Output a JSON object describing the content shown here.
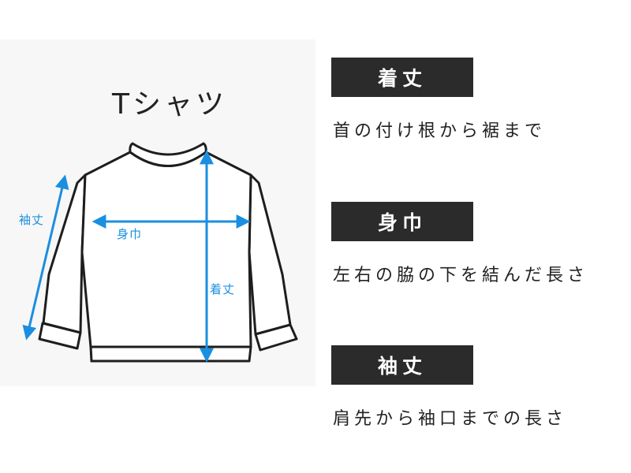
{
  "diagram": {
    "title": "Tシャツ",
    "labels": {
      "sleeve": "袖丈",
      "width": "身巾",
      "length": "着丈"
    }
  },
  "terms": [
    {
      "title": "着丈",
      "description": "首の付け根から裾まで"
    },
    {
      "title": "身巾",
      "description": "左右の脇の下を結んだ長さ"
    },
    {
      "title": "袖丈",
      "description": "肩先から袖口までの長さ"
    }
  ],
  "colors": {
    "arrow": "#1a8fe0",
    "header_bg": "#2b2b2b",
    "panel_bg": "#f7f7f7"
  }
}
